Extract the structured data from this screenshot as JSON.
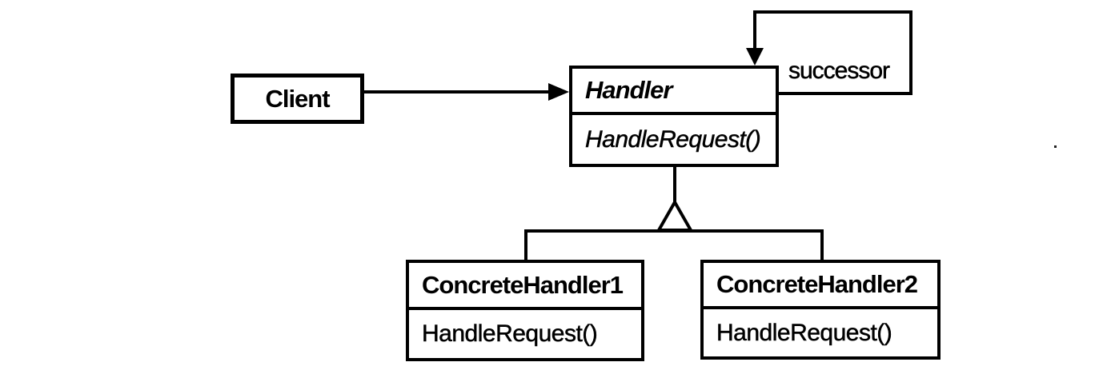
{
  "colors": {
    "ink": "#000000",
    "paper": "#ffffff",
    "box_fill": "#ffffff"
  },
  "classes": {
    "client": {
      "name": "Client"
    },
    "handler": {
      "name": "Handler",
      "method": "HandleRequest()"
    },
    "concrete_handler_1": {
      "name": "ConcreteHandler1",
      "method": "HandleRequest()"
    },
    "concrete_handler_2": {
      "name": "ConcreteHandler2",
      "method": "HandleRequest()"
    }
  },
  "relations": {
    "successor_label": "successor"
  },
  "icons": {
    "association_arrowhead_right": "filled-triangle-right",
    "successor_arrowhead_down": "filled-triangle-down",
    "generalization_triangle": "hollow-triangle-up"
  }
}
